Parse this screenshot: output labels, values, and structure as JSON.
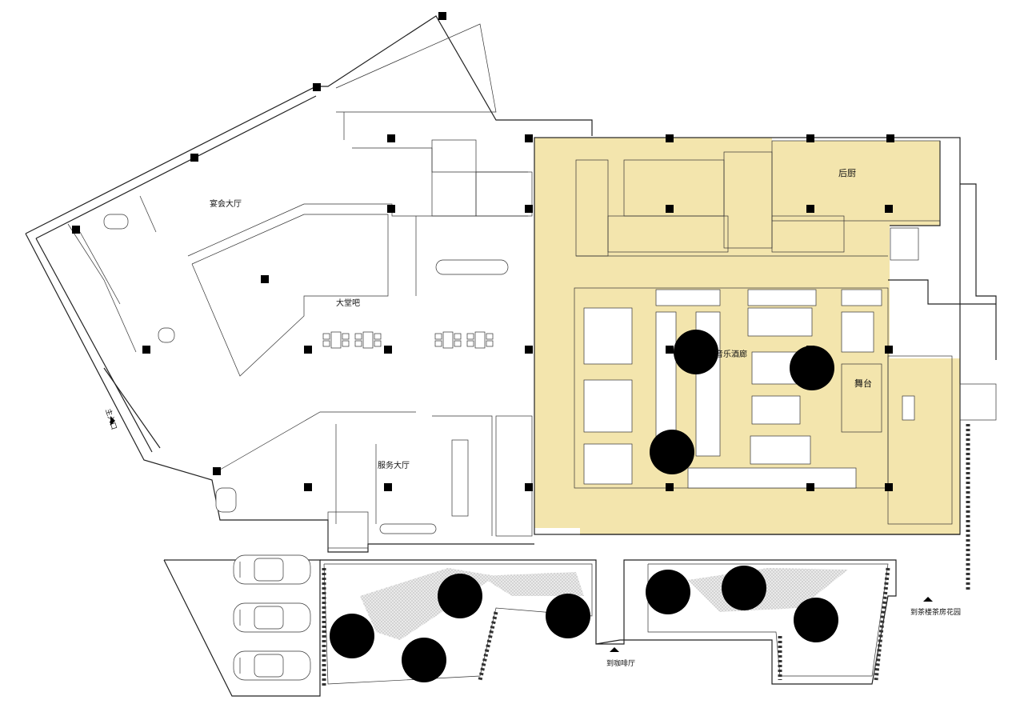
{
  "colors": {
    "highlight": "#f3e5ad",
    "wall": "#222222",
    "column": "#000000",
    "background": "#ffffff"
  },
  "rooms": {
    "banquet_hall": "宴会大厅",
    "big_bar": "大堂吧",
    "service_hall": "服务大厅",
    "music_bar": "音乐酒廊",
    "back_kitchen": "后厨",
    "stage": "舞台"
  },
  "directions": {
    "to_cafe": "到咖啡厅",
    "to_tea_garden": "到茶楼茶房花园",
    "entrance": "主入口"
  },
  "icons": {
    "tree": "tree-icon",
    "car": "car-icon",
    "column": "column-icon",
    "arrow": "direction-arrow-icon"
  }
}
